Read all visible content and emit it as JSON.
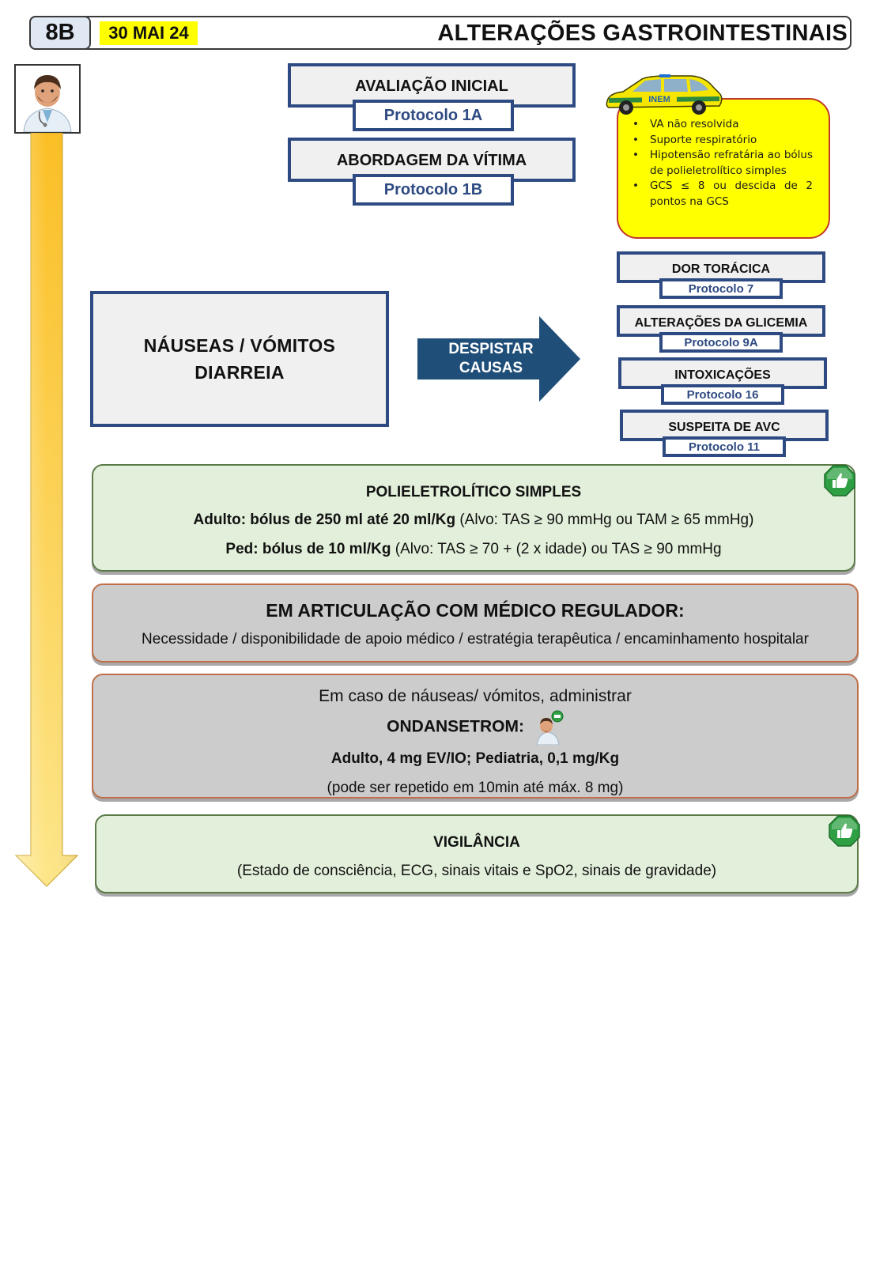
{
  "header": {
    "code": "8B",
    "date": "30 MAI 24",
    "title": "ALTERAÇÕES GASTROINTESTINAIS"
  },
  "icons": {
    "avatar": "doctor-avatar-icon",
    "ambulance": "inem-car-icon",
    "thumbs_up": "thumbs-up-icon",
    "doctor_small": "doctor-small-icon"
  },
  "colors": {
    "navy": "#2e4a82",
    "arrow_blue": "#1f4e79",
    "yellow": "#ffff00",
    "green_panel": "#e2efda",
    "gray_panel": "#cccccc",
    "timeline_orange": "#fbbf24"
  },
  "top_protocols": [
    {
      "title": "AVALIAÇÃO INICIAL",
      "protocol": "Protocolo 1A"
    },
    {
      "title": "ABORDAGEM DA VÍTIMA",
      "protocol": "Protocolo 1B"
    }
  ],
  "vmer_criteria": [
    "VA não resolvida",
    "Suporte respiratório",
    "Hipotensão refratária ao bólus de polieletrolítico simples",
    "GCS ≤ 8 ou descida de 2 pontos na GCS"
  ],
  "main_condition": {
    "line1": "NÁUSEAS / VÓMITOS",
    "line2": "DIARREIA"
  },
  "arrow": {
    "line1": "DESPISTAR",
    "line2": "CAUSAS"
  },
  "causes": [
    {
      "title": "DOR TORÁCICA",
      "protocol": "Protocolo 7"
    },
    {
      "title": "ALTERAÇÕES DA GLICEMIA",
      "protocol": "Protocolo 9A"
    },
    {
      "title": "INTOXICAÇÕES",
      "protocol": "Protocolo 16"
    },
    {
      "title": "SUSPEITA DE AVC",
      "protocol": "Protocolo 11"
    }
  ],
  "fluids": {
    "title": "POLIELETROLÍTICO SIMPLES",
    "adult_bold": "Adulto: bólus de 250 ml até 20 ml/Kg",
    "adult_rest": " (Alvo: TAS ≥ 90 mmHg ou TAM ≥ 65 mmHg)",
    "ped_bold": "Ped: bólus de 10 ml/Kg",
    "ped_rest": " (Alvo: TAS ≥ 70 + (2 x idade) ou TAS ≥ 90 mmHg"
  },
  "regulator": {
    "title": "EM ARTICULAÇÃO COM MÉDICO REGULADOR:",
    "text": "Necessidade / disponibilidade de apoio médico / estratégia terapêutica / encaminhamento hospitalar"
  },
  "ondansetron": {
    "intro": "Em caso de náuseas/ vómitos, administrar",
    "drug": "ONDANSETROM:",
    "dose": "Adulto, 4 mg EV/IO; Pediatria, 0,1 mg/Kg",
    "repeat": "(pode ser repetido em 10min até máx. 8 mg)"
  },
  "vigilance": {
    "title": "VIGILÂNCIA",
    "text": "(Estado de consciência, ECG, sinais vitais e SpO2, sinais de gravidade)"
  }
}
